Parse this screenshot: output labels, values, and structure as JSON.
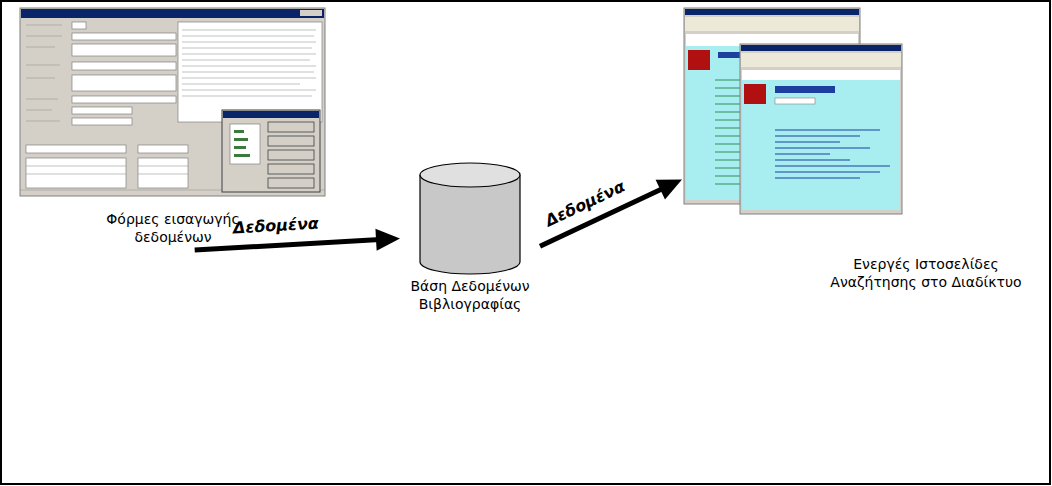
{
  "diagram": {
    "nodes": [
      {
        "text": [
          "Φόρμες εισαγωγής δεδομένων"
        ]
      },
      {
        "text": [
          "Βάση Δεδομένων Βιβλιογραφίας"
        ]
      },
      {
        "text": [
          "Ενεργές Ιστοσελίδες Αναζήτησης στο Διαδίκτυο"
        ]
      }
    ],
    "edges": [
      {
        "from": 0,
        "to": 1,
        "label": "Δεδομένα",
        "arrow": "to"
      },
      {
        "from": 1,
        "to": 2,
        "label": "Δεδομένα",
        "arrow": "to"
      }
    ]
  }
}
